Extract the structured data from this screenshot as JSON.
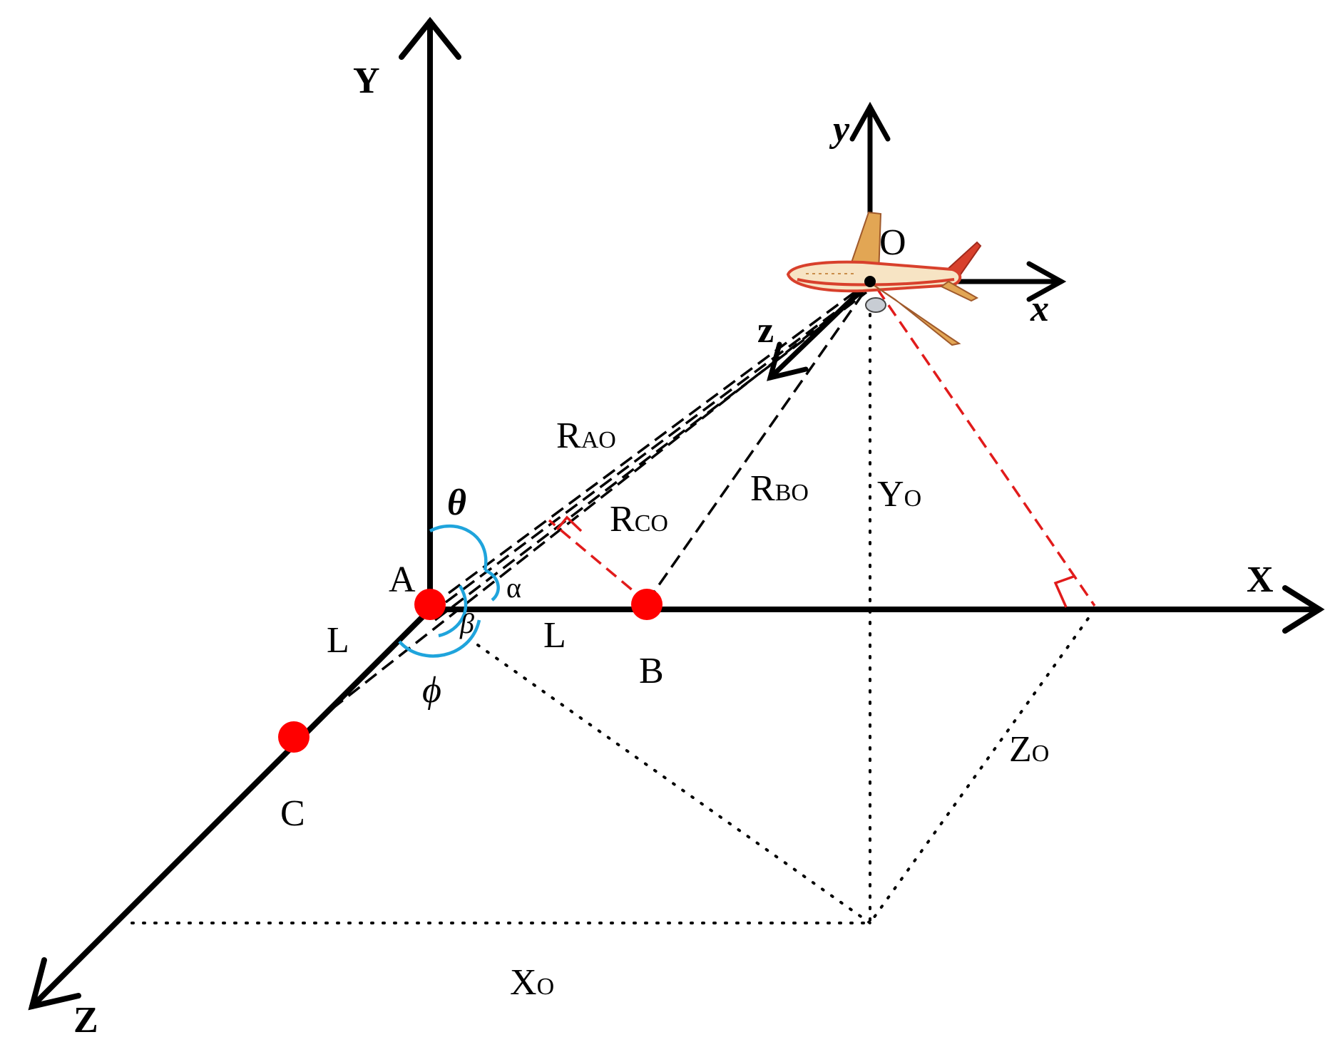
{
  "axes": {
    "global": {
      "x": "X",
      "y": "Y",
      "z": "Z"
    },
    "local": {
      "x": "x",
      "y": "y",
      "z": "z"
    }
  },
  "points": {
    "a": "A",
    "b": "B",
    "c": "C",
    "o": "O"
  },
  "ranges": {
    "rao": {
      "main": "R",
      "sub": "AO"
    },
    "rbo": {
      "main": "R",
      "sub": "BO"
    },
    "rco": {
      "main": "R",
      "sub": "CO"
    }
  },
  "coords": {
    "xo": {
      "main": "X",
      "sub": "O"
    },
    "yo": {
      "main": "Y",
      "sub": "O"
    },
    "zo": {
      "main": "Z",
      "sub": "O"
    }
  },
  "lengths": {
    "ab": "L",
    "ac": "L"
  },
  "angles": {
    "theta": "θ",
    "alpha": "α",
    "beta": "β",
    "phi": "ϕ"
  },
  "colors": {
    "axis": "#000000",
    "receiver": "#ff0000",
    "perpendicular": "#e11b1b",
    "angle_arc": "#1fa4dc",
    "plane_body": "#f7e4c4",
    "plane_accent": "#d8402c",
    "plane_wing": "#e2a654"
  },
  "icons": {
    "aircraft": "airplane-icon"
  }
}
